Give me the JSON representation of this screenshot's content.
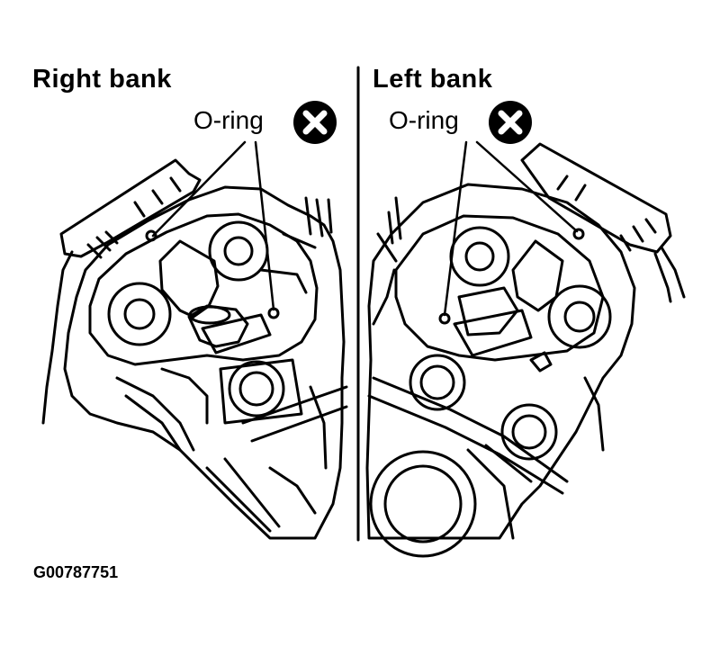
{
  "panels": {
    "right": {
      "title": "Right bank",
      "callout": "O-ring"
    },
    "left": {
      "title": "Left bank",
      "callout": "O-ring"
    }
  },
  "figure_code": "G00787751",
  "icons": {
    "replace_marker": "x-circle-icon"
  },
  "colors": {
    "ink": "#000000",
    "paper": "#ffffff"
  }
}
